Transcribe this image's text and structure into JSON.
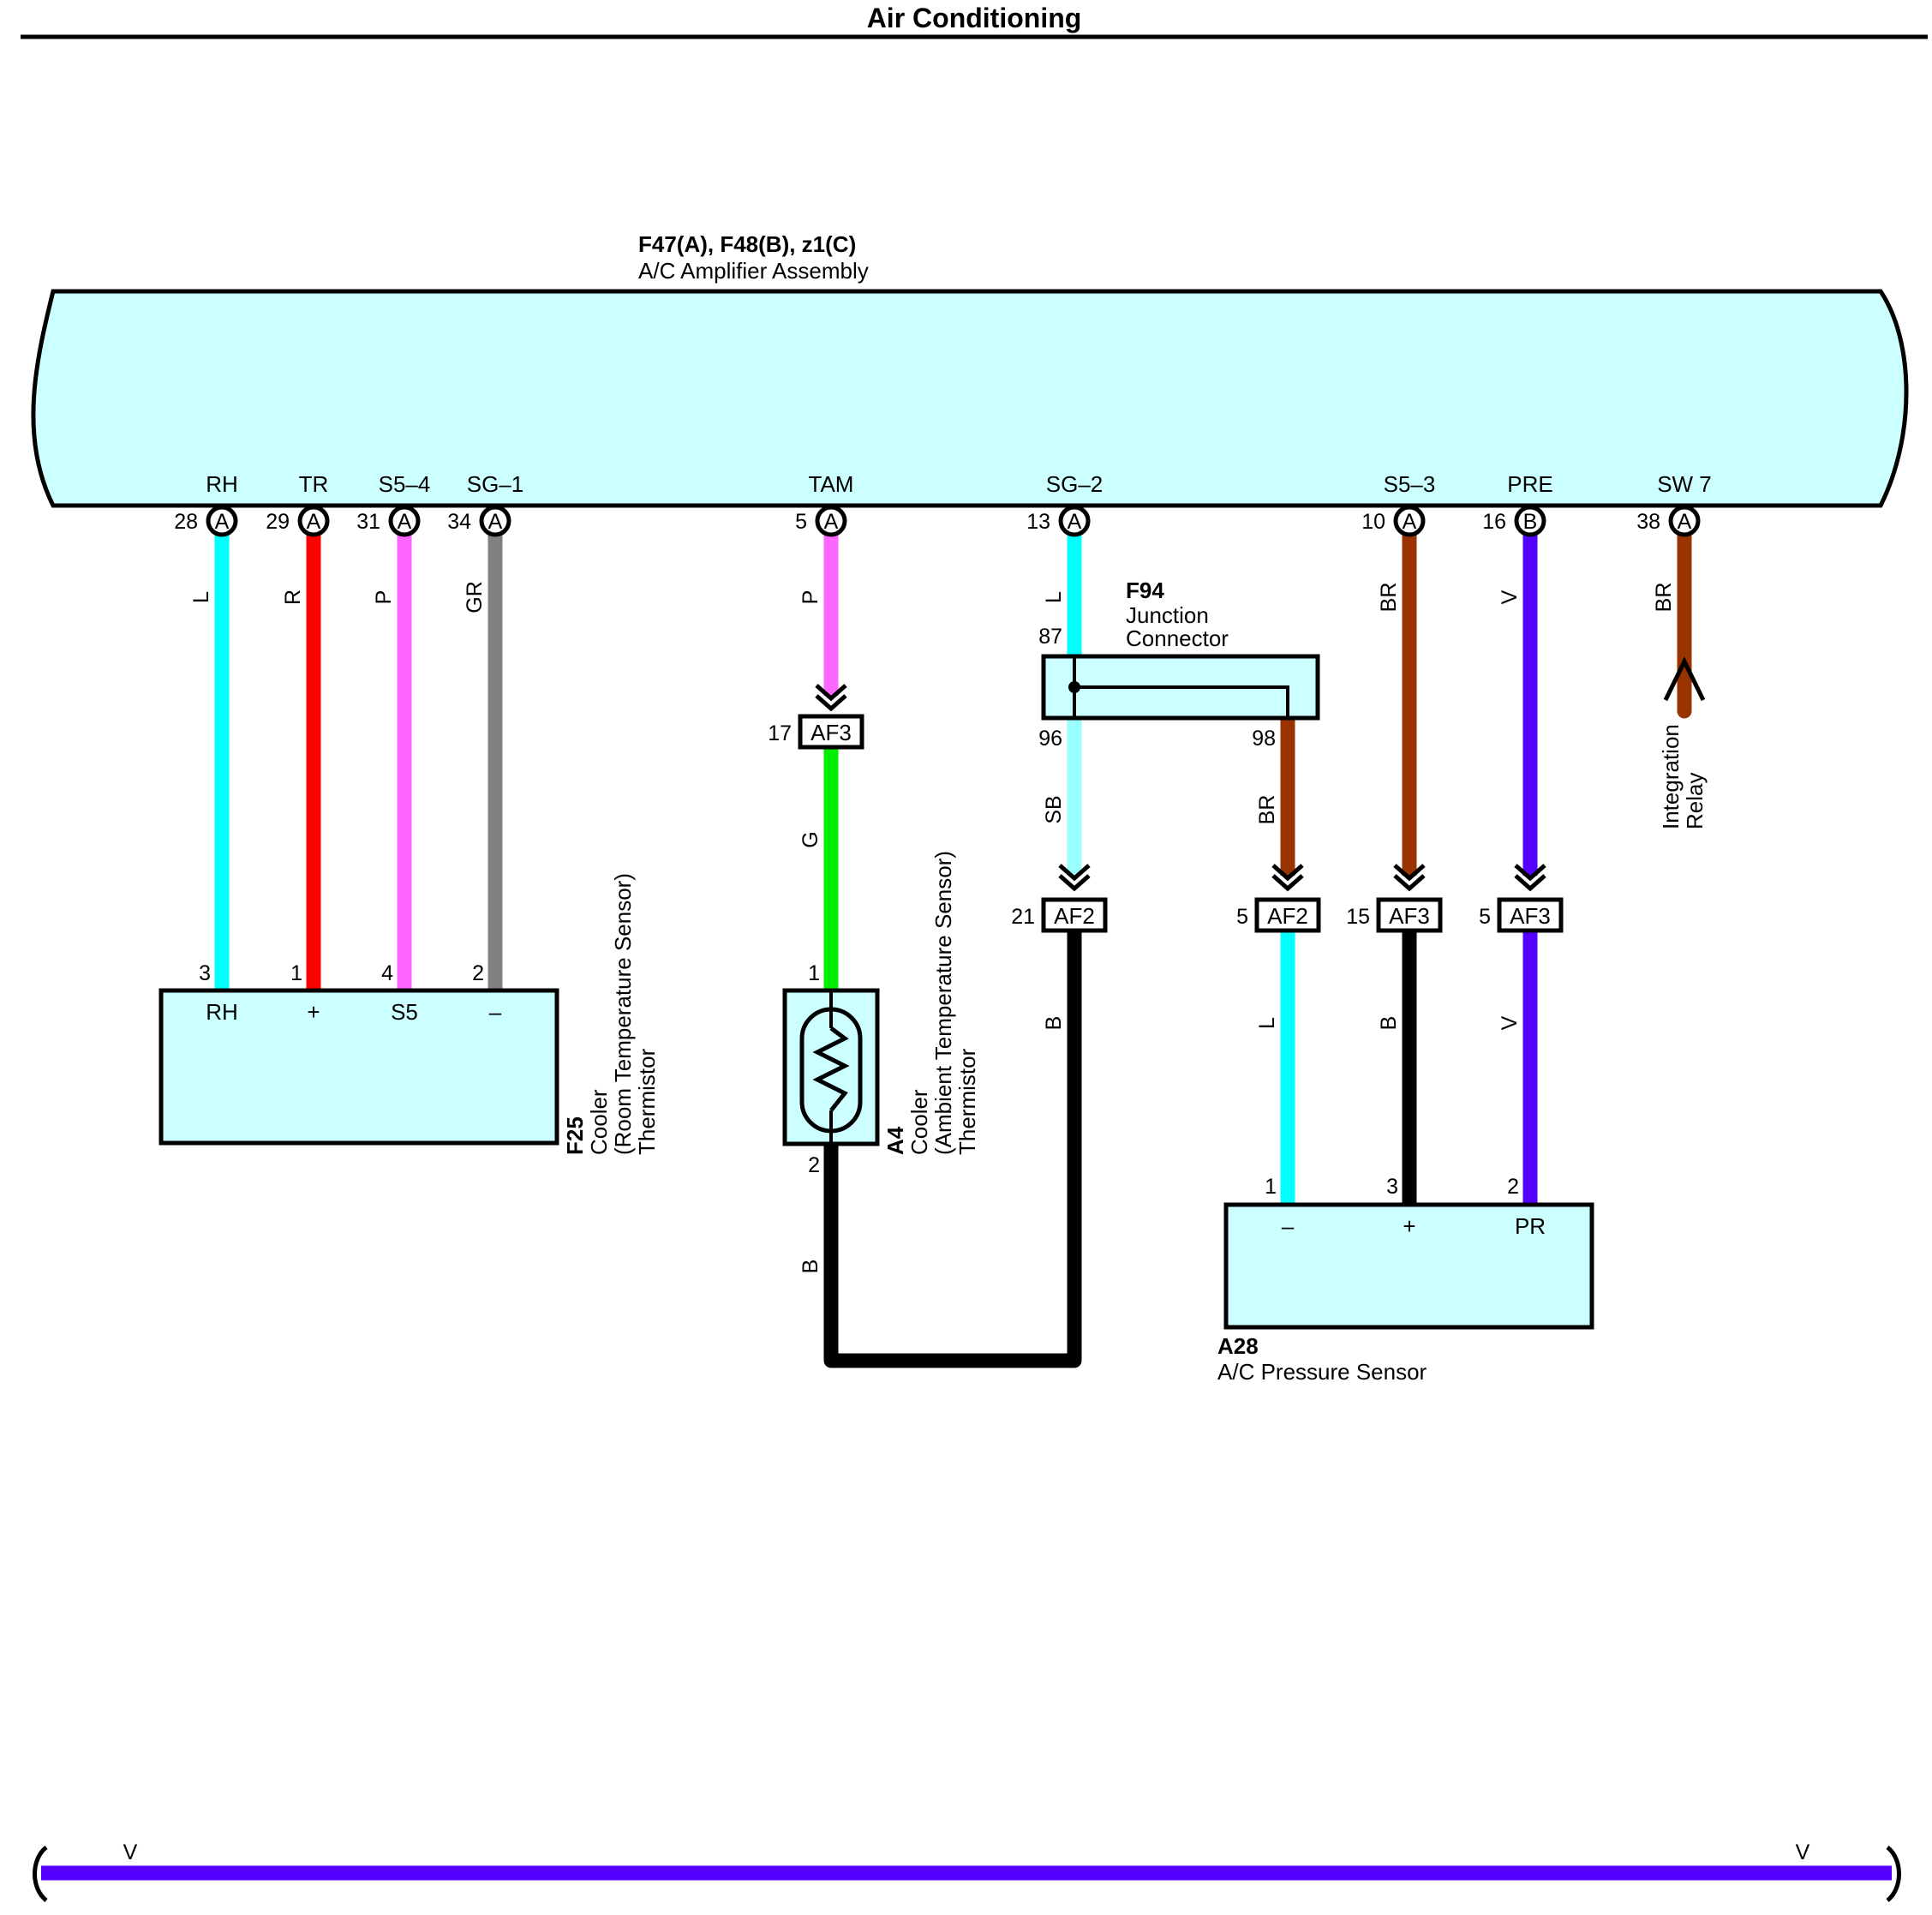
{
  "title": "Air Conditioning",
  "colors": {
    "L": "#00ffff",
    "R": "#ff0000",
    "P": "#ff66ff",
    "GR": "#808080",
    "G": "#00ee00",
    "B": "#000000",
    "SB": "#99ffff",
    "BR": "#993300",
    "V": "#5500ff",
    "component_fill": "#ccffff"
  },
  "amplifier": {
    "code": "F47(A), F48(B), z1(C)",
    "name": "A/C Amplifier Assembly",
    "terminals": [
      {
        "id": "rh",
        "label": "RH",
        "pin": "28",
        "connector": "A",
        "wire": "L"
      },
      {
        "id": "tr",
        "label": "TR",
        "pin": "29",
        "connector": "A",
        "wire": "R"
      },
      {
        "id": "s54",
        "label": "S5–4",
        "pin": "31",
        "connector": "A",
        "wire": "P"
      },
      {
        "id": "sg1",
        "label": "SG–1",
        "pin": "34",
        "connector": "A",
        "wire": "GR"
      },
      {
        "id": "tam",
        "label": "TAM",
        "pin": "5",
        "connector": "A",
        "wire": "P"
      },
      {
        "id": "sg2",
        "label": "SG–2",
        "pin": "13",
        "connector": "A",
        "wire": "L"
      },
      {
        "id": "s53",
        "label": "S5–3",
        "pin": "10",
        "connector": "A",
        "wire": "BR"
      },
      {
        "id": "pre",
        "label": "PRE",
        "pin": "16",
        "connector": "B",
        "wire": "V"
      },
      {
        "id": "sw7",
        "label": "SW 7",
        "pin": "38",
        "connector": "A",
        "wire": "BR"
      }
    ]
  },
  "room_sensor": {
    "code": "F25",
    "name": [
      "Cooler",
      "(Room Temperature Sensor)",
      "Thermistor"
    ],
    "terminals": [
      {
        "label": "RH",
        "pin": "3"
      },
      {
        "label": "+",
        "pin": "1"
      },
      {
        "label": "S5",
        "pin": "4"
      },
      {
        "label": "–",
        "pin": "2"
      }
    ]
  },
  "ambient_sensor": {
    "code": "A4",
    "name": [
      "Cooler",
      "(Ambient Temperature Sensor)",
      "Thermistor"
    ],
    "pin_in": "1",
    "pin_out": "2",
    "wire_in": "G",
    "wire_out": "B"
  },
  "junction": {
    "code": "F94",
    "name": [
      "Junction",
      "Connector"
    ],
    "pin_in": "87",
    "pin_out_left": "96",
    "pin_out_right": "98",
    "wire_left": "SB",
    "wire_right": "BR"
  },
  "inline_connectors": [
    {
      "id": "af3-tam",
      "name": "AF3",
      "pin": "17"
    },
    {
      "id": "af2-sg",
      "name": "AF2",
      "pin": "21"
    },
    {
      "id": "af2-j",
      "name": "AF2",
      "pin": "5"
    },
    {
      "id": "af3-s5",
      "name": "AF3",
      "pin": "15"
    },
    {
      "id": "af3-pre",
      "name": "AF3",
      "pin": "5"
    }
  ],
  "lower_wires": {
    "sg_return": "B",
    "ps_minus": "L",
    "ps_plus": "B",
    "ps_pr": "V"
  },
  "pressure_sensor": {
    "code": "A28",
    "name": "A/C Pressure Sensor",
    "terminals": [
      {
        "label": "–",
        "pin": "1"
      },
      {
        "label": "+",
        "pin": "3"
      },
      {
        "label": "PR",
        "pin": "2"
      }
    ]
  },
  "integration_relay": [
    "Integration",
    "Relay"
  ],
  "bottom_wire": {
    "left_label": "V",
    "right_label": "V"
  }
}
